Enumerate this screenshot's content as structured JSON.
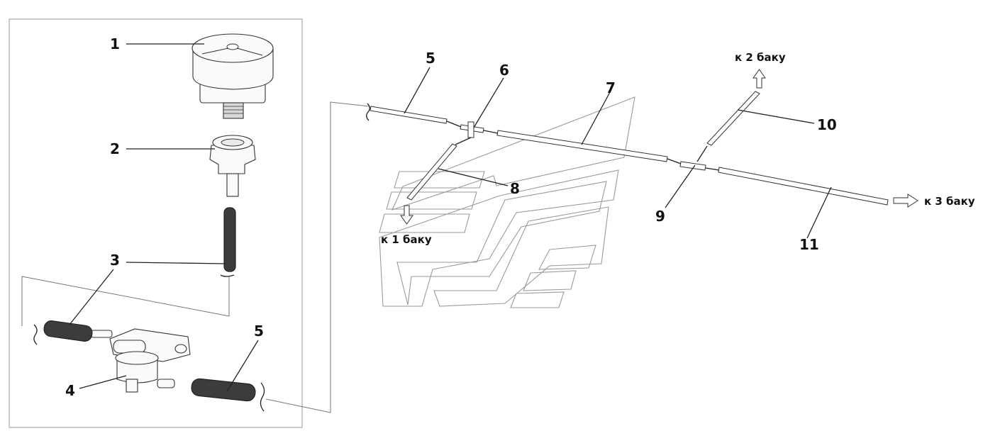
{
  "callouts": {
    "c1": "1",
    "c2": "2",
    "c3": "3",
    "c4": "4",
    "c5a": "5",
    "c5b": "5",
    "c6": "6",
    "c7": "7",
    "c8": "8",
    "c9": "9",
    "c10": "10",
    "c11": "11"
  },
  "destinations": {
    "tank1": "к 1 баку",
    "tank2": "к 2 баку",
    "tank3": "к 3 баку"
  }
}
